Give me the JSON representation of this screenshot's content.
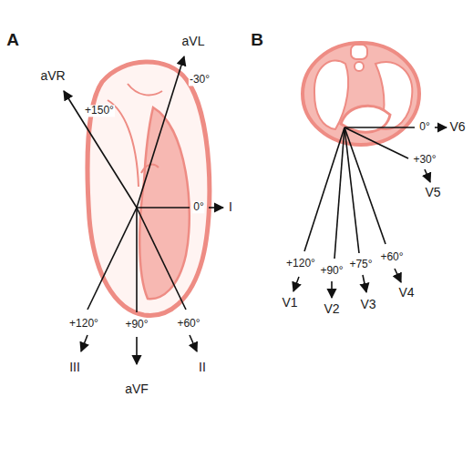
{
  "diagram": {
    "labels": [
      "A",
      "aVR",
      "aVL",
      "+150°",
      "-30°",
      "0°",
      "I",
      "+120°",
      "+90°",
      "+60°",
      "III",
      "aVF",
      "II",
      "B",
      "0°",
      "V6",
      "+30°",
      "V5",
      "+120°",
      "+90°",
      "+75°",
      "+60°",
      "V1",
      "V2",
      "V3",
      "V4"
    ]
  }
}
